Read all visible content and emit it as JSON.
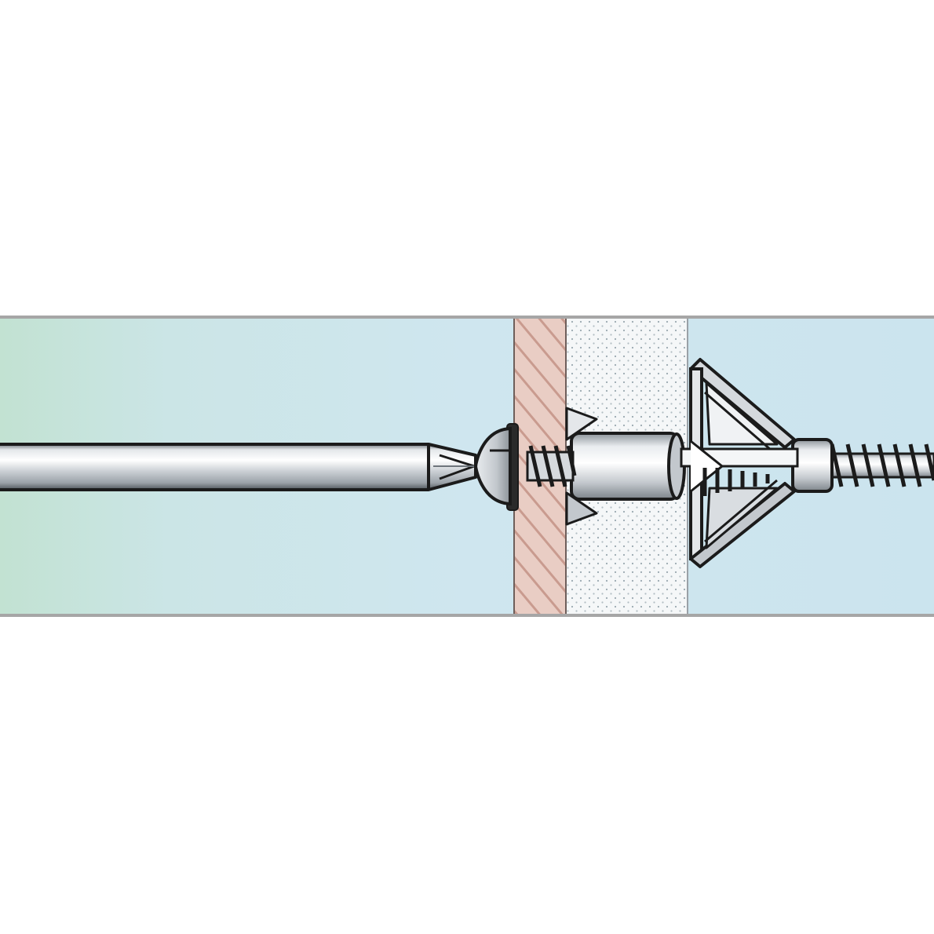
{
  "diagram": {
    "colors": {
      "page_background": "#ffffff",
      "frame_border": "#a6a6a6",
      "air_gap_left": "#cfe6ef",
      "air_gap_right": "#c9e3ee",
      "air_gap_far_left": "#bfe0cf",
      "wall_board_fill": "#e7c9c0",
      "wall_board_hatch": "#c99b8f",
      "insulation_fill": "#f4f6f7",
      "insulation_dots": "#9aa8b0",
      "metal_light": "#e9ecef",
      "metal_mid": "#c3c8cd",
      "metal_dark": "#8c9399",
      "outline": "#1b1b1b"
    },
    "parts": [
      "screwdriver-shaft",
      "screwdriver-tip",
      "screw-head",
      "washer",
      "plasterboard-layer",
      "insulation-layer",
      "anchor-sleeve",
      "anchor-spikes",
      "anchor-wings",
      "screw-thread"
    ]
  }
}
